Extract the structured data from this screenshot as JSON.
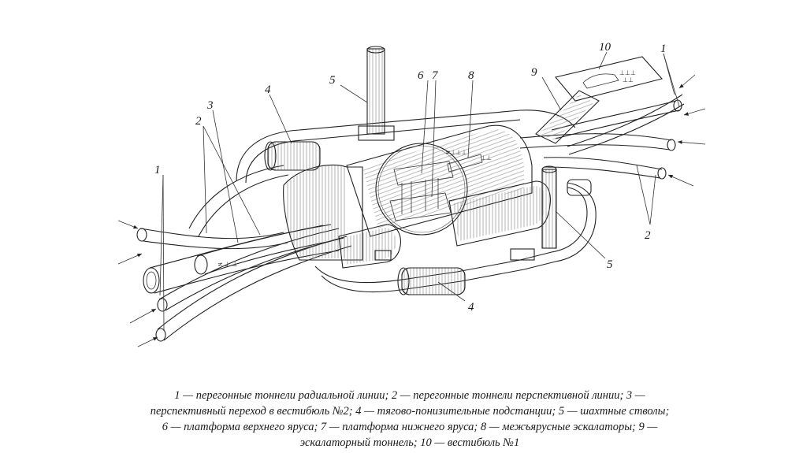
{
  "figure": {
    "callouts": [
      {
        "id": "c1a",
        "text": "1"
      },
      {
        "id": "c1b",
        "text": "1"
      },
      {
        "id": "c2a",
        "text": "2"
      },
      {
        "id": "c2b",
        "text": "2"
      },
      {
        "id": "c3",
        "text": "3"
      },
      {
        "id": "c4a",
        "text": "4"
      },
      {
        "id": "c4b",
        "text": "4"
      },
      {
        "id": "c5a",
        "text": "5"
      },
      {
        "id": "c5b",
        "text": "5"
      },
      {
        "id": "c6",
        "text": "6"
      },
      {
        "id": "c7",
        "text": "7"
      },
      {
        "id": "c8",
        "text": "8"
      },
      {
        "id": "c9",
        "text": "9"
      },
      {
        "id": "c10",
        "text": "10"
      }
    ],
    "caption_lines": [
      "1 — перегонные тоннели радиальной линии; 2 — перегонные тоннели перспективной линии; 3 —",
      "перспективный переход в вестибюль №2; 4 — тягово-понизительные подстанции; 5 — шахтные стволы;",
      "6 — платформа верхнего яруса; 7 — платформа нижнего яруса; 8 — межъярусные эскалаторы; 9 —",
      "эскалаторный тоннель; 10 — вестибюль №1"
    ]
  }
}
